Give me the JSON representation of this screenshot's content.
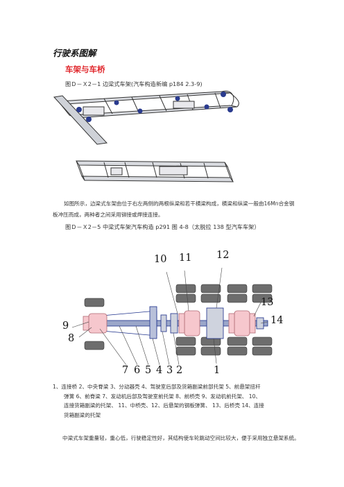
{
  "page": {
    "title": "行驶系图解",
    "section": "车架与车桥",
    "caption1": "图Ｄ－Ｘ2－1  边梁式车架(汽车构造新编 p184 2.3-9)",
    "para1_line1": "如图所示，边梁式车架由位于右左两侧的两根纵梁和若干横梁构成，横梁和纵梁一般由16Mn合金钢",
    "para1_line2": "板冲压而成，两种者之间采用铆接或焊接连接。",
    "caption2": "图Ｄ－Ｘ2－5  中梁式车架汽车构造 p291 图 4-8（太脱拉 138 型汽车车架）",
    "legend_lines": [
      "1、连接桥  2、中央脊梁  3、分动器壳  4、驾驶室后部及货箱副梁前部托架  5、前悬架扭杆",
      "弹簧  6、前脊梁  7、发动机后部及驾驶室前托架  8、前桥壳  9、发动机前托架、  10、",
      "连接货箱副梁的托架、  11、中桥壳、12、后悬架的钢板弹簧、  13、后桥壳  14、连接",
      "货箱副梁的托架"
    ],
    "para2": "中梁式车架重量轻，重心低，行驶稳定性好，其结构使车轮跳动空间比较大，便于采用独立悬架系统。"
  },
  "diagram": {
    "labels_top": [
      "10",
      "11",
      "12"
    ],
    "labels_right": [
      "13",
      "14"
    ],
    "labels_left": [
      "9",
      "8"
    ],
    "labels_bottom": [
      "7",
      "6",
      "5",
      "4",
      "3",
      "2",
      "1"
    ]
  },
  "colors": {
    "heading_red": "#e0262b",
    "hub_pink": "#f6c7cd",
    "frame_blue": "#1b2e8a",
    "tire_gray": "#6d6d6d"
  }
}
